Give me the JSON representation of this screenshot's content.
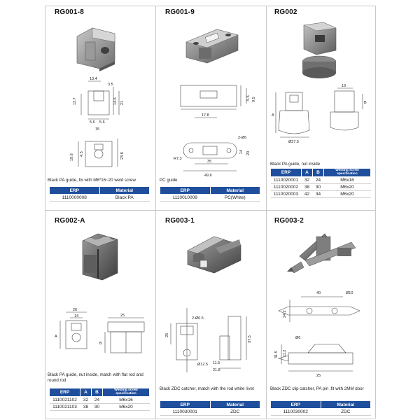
{
  "products": [
    {
      "code": "RG001-8",
      "caption": "Black PA guide, fix with M6*16~20 weld screw",
      "headers": [
        "ERP",
        "Material"
      ],
      "rows": [
        [
          "1110000008",
          "Black PA"
        ]
      ],
      "dims": [
        "13.4",
        "3.5",
        "12.7",
        "14.6",
        "21",
        "5.6",
        "5.6",
        "15",
        "19.8",
        "4.5",
        "23.8"
      ]
    },
    {
      "code": "RG001-9",
      "caption": "PC guide",
      "headers": [
        "ERP",
        "Material"
      ],
      "rows": [
        [
          "1110010009",
          "PC(White)"
        ]
      ],
      "dims": [
        "5.6",
        "9.5",
        "17.8",
        "2-Ø6",
        "R7.3",
        "14",
        "20",
        "35",
        "49.6"
      ]
    },
    {
      "code": "RG002",
      "caption": "Black PA guide, nut inside",
      "headers": [
        "ERP",
        "A",
        "B",
        "Welding screw specification"
      ],
      "rows": [
        [
          "1110020001",
          "32",
          "24",
          "M6x16"
        ],
        [
          "1110020002",
          "38",
          "30",
          "M6x20"
        ],
        [
          "1110020003",
          "42",
          "34",
          "M6x20"
        ]
      ],
      "dims": [
        "19",
        "B",
        "A",
        "Ø27.5"
      ]
    },
    {
      "code": "RG002-A",
      "caption": "Black PA guide, nut inside, match with flat rod and round rod",
      "headers": [
        "ERP",
        "A",
        "B",
        "Welding screw specification"
      ],
      "rows": [
        [
          "1110021102",
          "32",
          "24",
          "M6x16"
        ],
        [
          "1110021103",
          "38",
          "30",
          "M6x20"
        ]
      ],
      "dims": [
        "26",
        "14",
        "25",
        "A",
        "B"
      ]
    },
    {
      "code": "RG003-1",
      "caption": "Black ZDC catcher, match with the rod white rivet",
      "headers": [
        "ERP",
        "Material"
      ],
      "rows": [
        [
          "1110030001",
          "ZDC"
        ]
      ],
      "dims": [
        "2-Ø6.5",
        "Ø12.5",
        "25",
        "37.5",
        "11.5",
        "21.8"
      ]
    },
    {
      "code": "RG003-2",
      "caption": "Black ZDC clip catcher, PA pin ,fit with 2MM door",
      "headers": [
        "ERP",
        "Material"
      ],
      "rows": [
        [
          "1110030002",
          "ZDC"
        ]
      ],
      "dims": [
        "40",
        "Ø10",
        "24.2",
        "Ø6",
        "31.5",
        "11.2",
        "25"
      ]
    }
  ],
  "colors": {
    "header_blue": "#1f4f9c",
    "grid_line": "#c8c8c8",
    "part_grey": "#8a8a8a"
  }
}
